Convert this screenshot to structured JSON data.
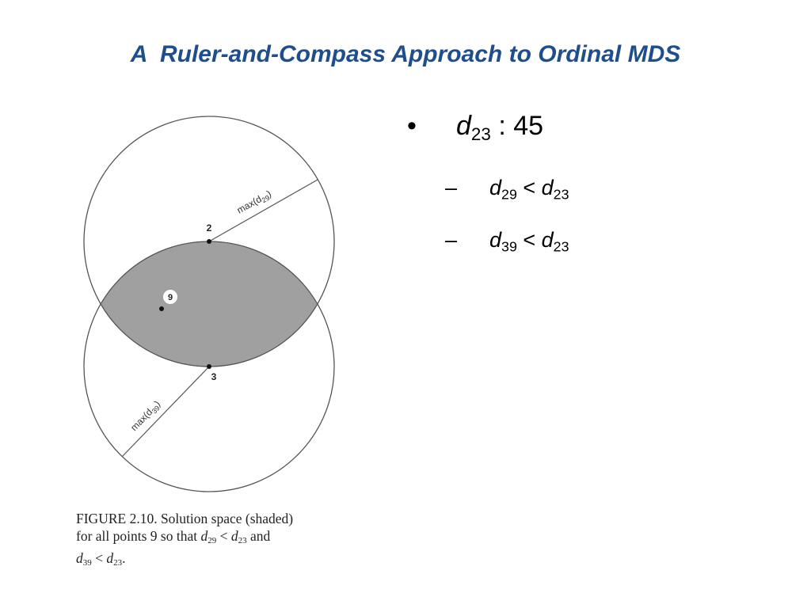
{
  "slide": {
    "title": "A  Ruler-and-Compass Approach to Ordinal MDS"
  },
  "figure": {
    "point_labels": {
      "p2": "2",
      "p3": "3",
      "p9": "9"
    },
    "line_labels": {
      "upper": {
        "prefix": "max(d",
        "sub": "29",
        "suffix": ")"
      },
      "lower": {
        "prefix": "max(d",
        "sub": "39",
        "suffix": ")"
      }
    },
    "caption": {
      "line1": "FIGURE 2.10. Solution space (shaded)",
      "line2_a": "for all points 9 so that ",
      "line2_d1": "d",
      "line2_s1": "29",
      "line2_op": " < ",
      "line2_d2": "d",
      "line2_s2": "23",
      "line2_b": " and",
      "line3_d1": "d",
      "line3_s1": "39",
      "line3_op": " < ",
      "line3_d2": "d",
      "line3_s2": "23",
      "line3_end": "."
    },
    "colors": {
      "shaded": "#a0a0a0",
      "stroke": "#555555"
    }
  },
  "bullets": {
    "main": {
      "marker": "•",
      "var": "d",
      "sub": "23",
      "rest": " : 45"
    },
    "items": [
      {
        "marker": "–",
        "var1": "d",
        "sub1": "29",
        "op": " < ",
        "var2": "d",
        "sub2": "23"
      },
      {
        "marker": "–",
        "var1": "d",
        "sub1": "39",
        "op": " < ",
        "var2": "d",
        "sub2": "23"
      }
    ]
  },
  "theme": {
    "title_color": "#1f4e8c"
  }
}
